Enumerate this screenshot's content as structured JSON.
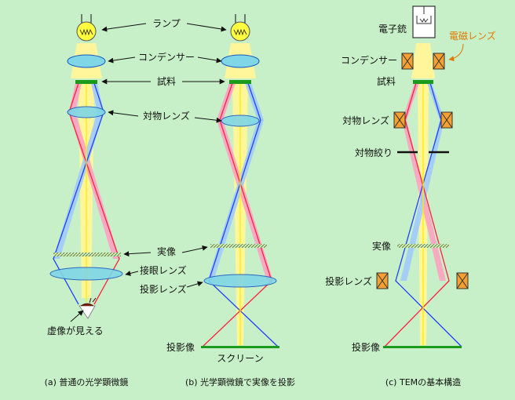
{
  "colors": {
    "background": "#c8f0c8",
    "beam": "#fff59a",
    "lens_fill": "#7fd6e6",
    "lens_stroke": "#1a5bbf",
    "sample": "#1c9a1c",
    "ray_red": "#ff2040",
    "ray_blue": "#2040ff",
    "ray_yellow": "#ffee00",
    "cone_pink": "#ff9ec0",
    "cone_blue": "#9ec8ff",
    "coil": "#f5a030",
    "electromagnetic_label": "#e07800"
  },
  "panel_a": {
    "lamp": "ランプ",
    "condenser": "コンデンサー",
    "specimen": "試料",
    "objective": "対物レンズ",
    "real_image": "実像",
    "eyepiece": "接眼レンズ",
    "virtual_image": "虚像が見える",
    "caption": "(a) 普通の光学顕微鏡"
  },
  "panel_b": {
    "projection_lens": "投影レンズ",
    "projected_image": "投影像",
    "screen": "スクリーン",
    "caption": "(b) 光学顕微鏡で実像を投影"
  },
  "panel_c": {
    "electron_gun": "電子銃",
    "electromagnetic_lens": "電磁レンズ",
    "condenser": "コンデンサー",
    "specimen": "試料",
    "objective": "対物レンズ",
    "objective_aperture": "対物絞り",
    "real_image": "実像",
    "projection_lens": "投影レンズ",
    "projected_image": "投影像",
    "caption": "(c) TEMの基本構造"
  },
  "icons": {
    "lamp": "light-bulb-icon",
    "eye": "eye-icon",
    "gun": "electron-gun-icon",
    "coil": "electromagnetic-coil-icon"
  }
}
